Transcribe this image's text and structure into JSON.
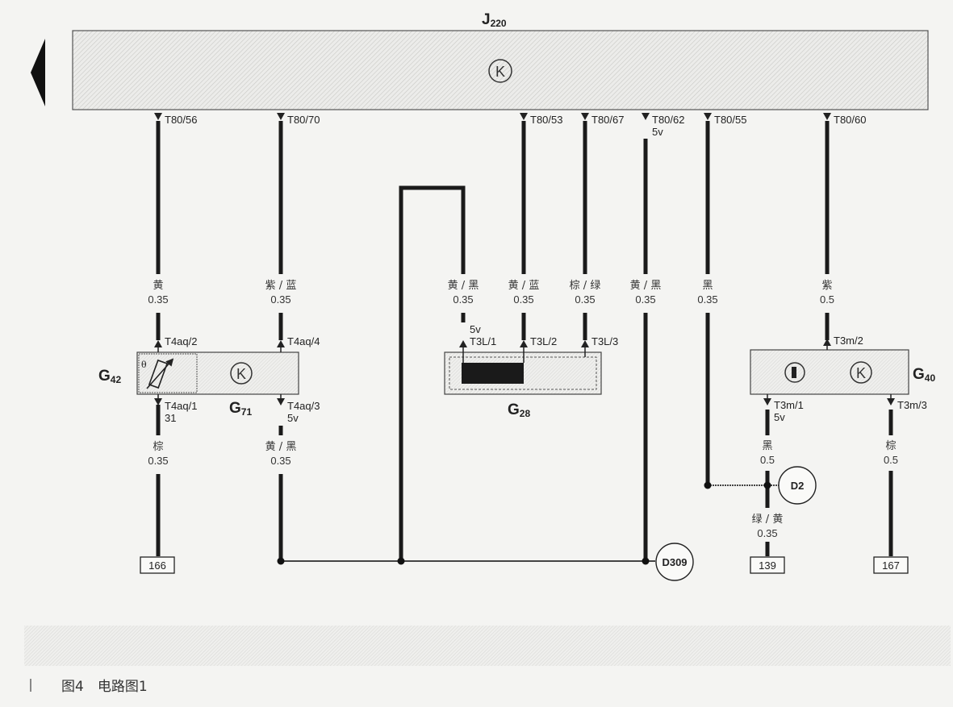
{
  "ecu": {
    "name": "J",
    "sub": "220"
  },
  "top_pins": [
    "T80/56",
    "T80/70",
    "T80/53",
    "T80/67",
    "T80/62",
    "T80/55",
    "T80/60"
  ],
  "voltage_5v": "5v",
  "k_symbol": "K",
  "wires_upper": [
    {
      "color": "黄",
      "size": "0.35"
    },
    {
      "color": "紫 / 蓝",
      "size": "0.35"
    },
    {
      "color": "黄 / 黑",
      "size": "0.35"
    },
    {
      "color": "黄 / 蓝",
      "size": "0.35"
    },
    {
      "color": "棕 / 绿",
      "size": "0.35"
    },
    {
      "color": "黄 / 黑",
      "size": "0.35"
    },
    {
      "color": "黑",
      "size": "0.35"
    },
    {
      "color": "紫",
      "size": "0.5"
    }
  ],
  "g42": {
    "name": "G",
    "sub": "42",
    "pin_top": "T4aq/2",
    "pin_bottom": "T4aq/1",
    "pin_bottom_extra": "31"
  },
  "g71": {
    "name": "G",
    "sub": "71",
    "pin_top": "T4aq/4",
    "pin_bottom": "T4aq/3",
    "pin_bottom_extra": "5v"
  },
  "g28": {
    "name": "G",
    "sub": "28",
    "pins": [
      "T3L/1",
      "T3L/2",
      "T3L/3"
    ],
    "pin1_extra": "5v"
  },
  "g40": {
    "name": "G",
    "sub": "40",
    "pin_top": "T3m/2",
    "pin_bottom_left": "T3m/1",
    "pin_bottom_left_extra": "5v",
    "pin_bottom_right": "T3m/3"
  },
  "wires_lower": [
    {
      "color": "棕",
      "size": "0.35"
    },
    {
      "color": "黄 / 黑",
      "size": "0.35"
    },
    {
      "color": "黑",
      "size": "0.5"
    },
    {
      "color": "绿 / 黄",
      "size": "0.35"
    },
    {
      "color": "棕",
      "size": "0.5"
    }
  ],
  "terminals": [
    "166",
    "139",
    "167"
  ],
  "connections": [
    "D309",
    "D2"
  ],
  "theta": "θ",
  "caption": "图4　电路图1"
}
